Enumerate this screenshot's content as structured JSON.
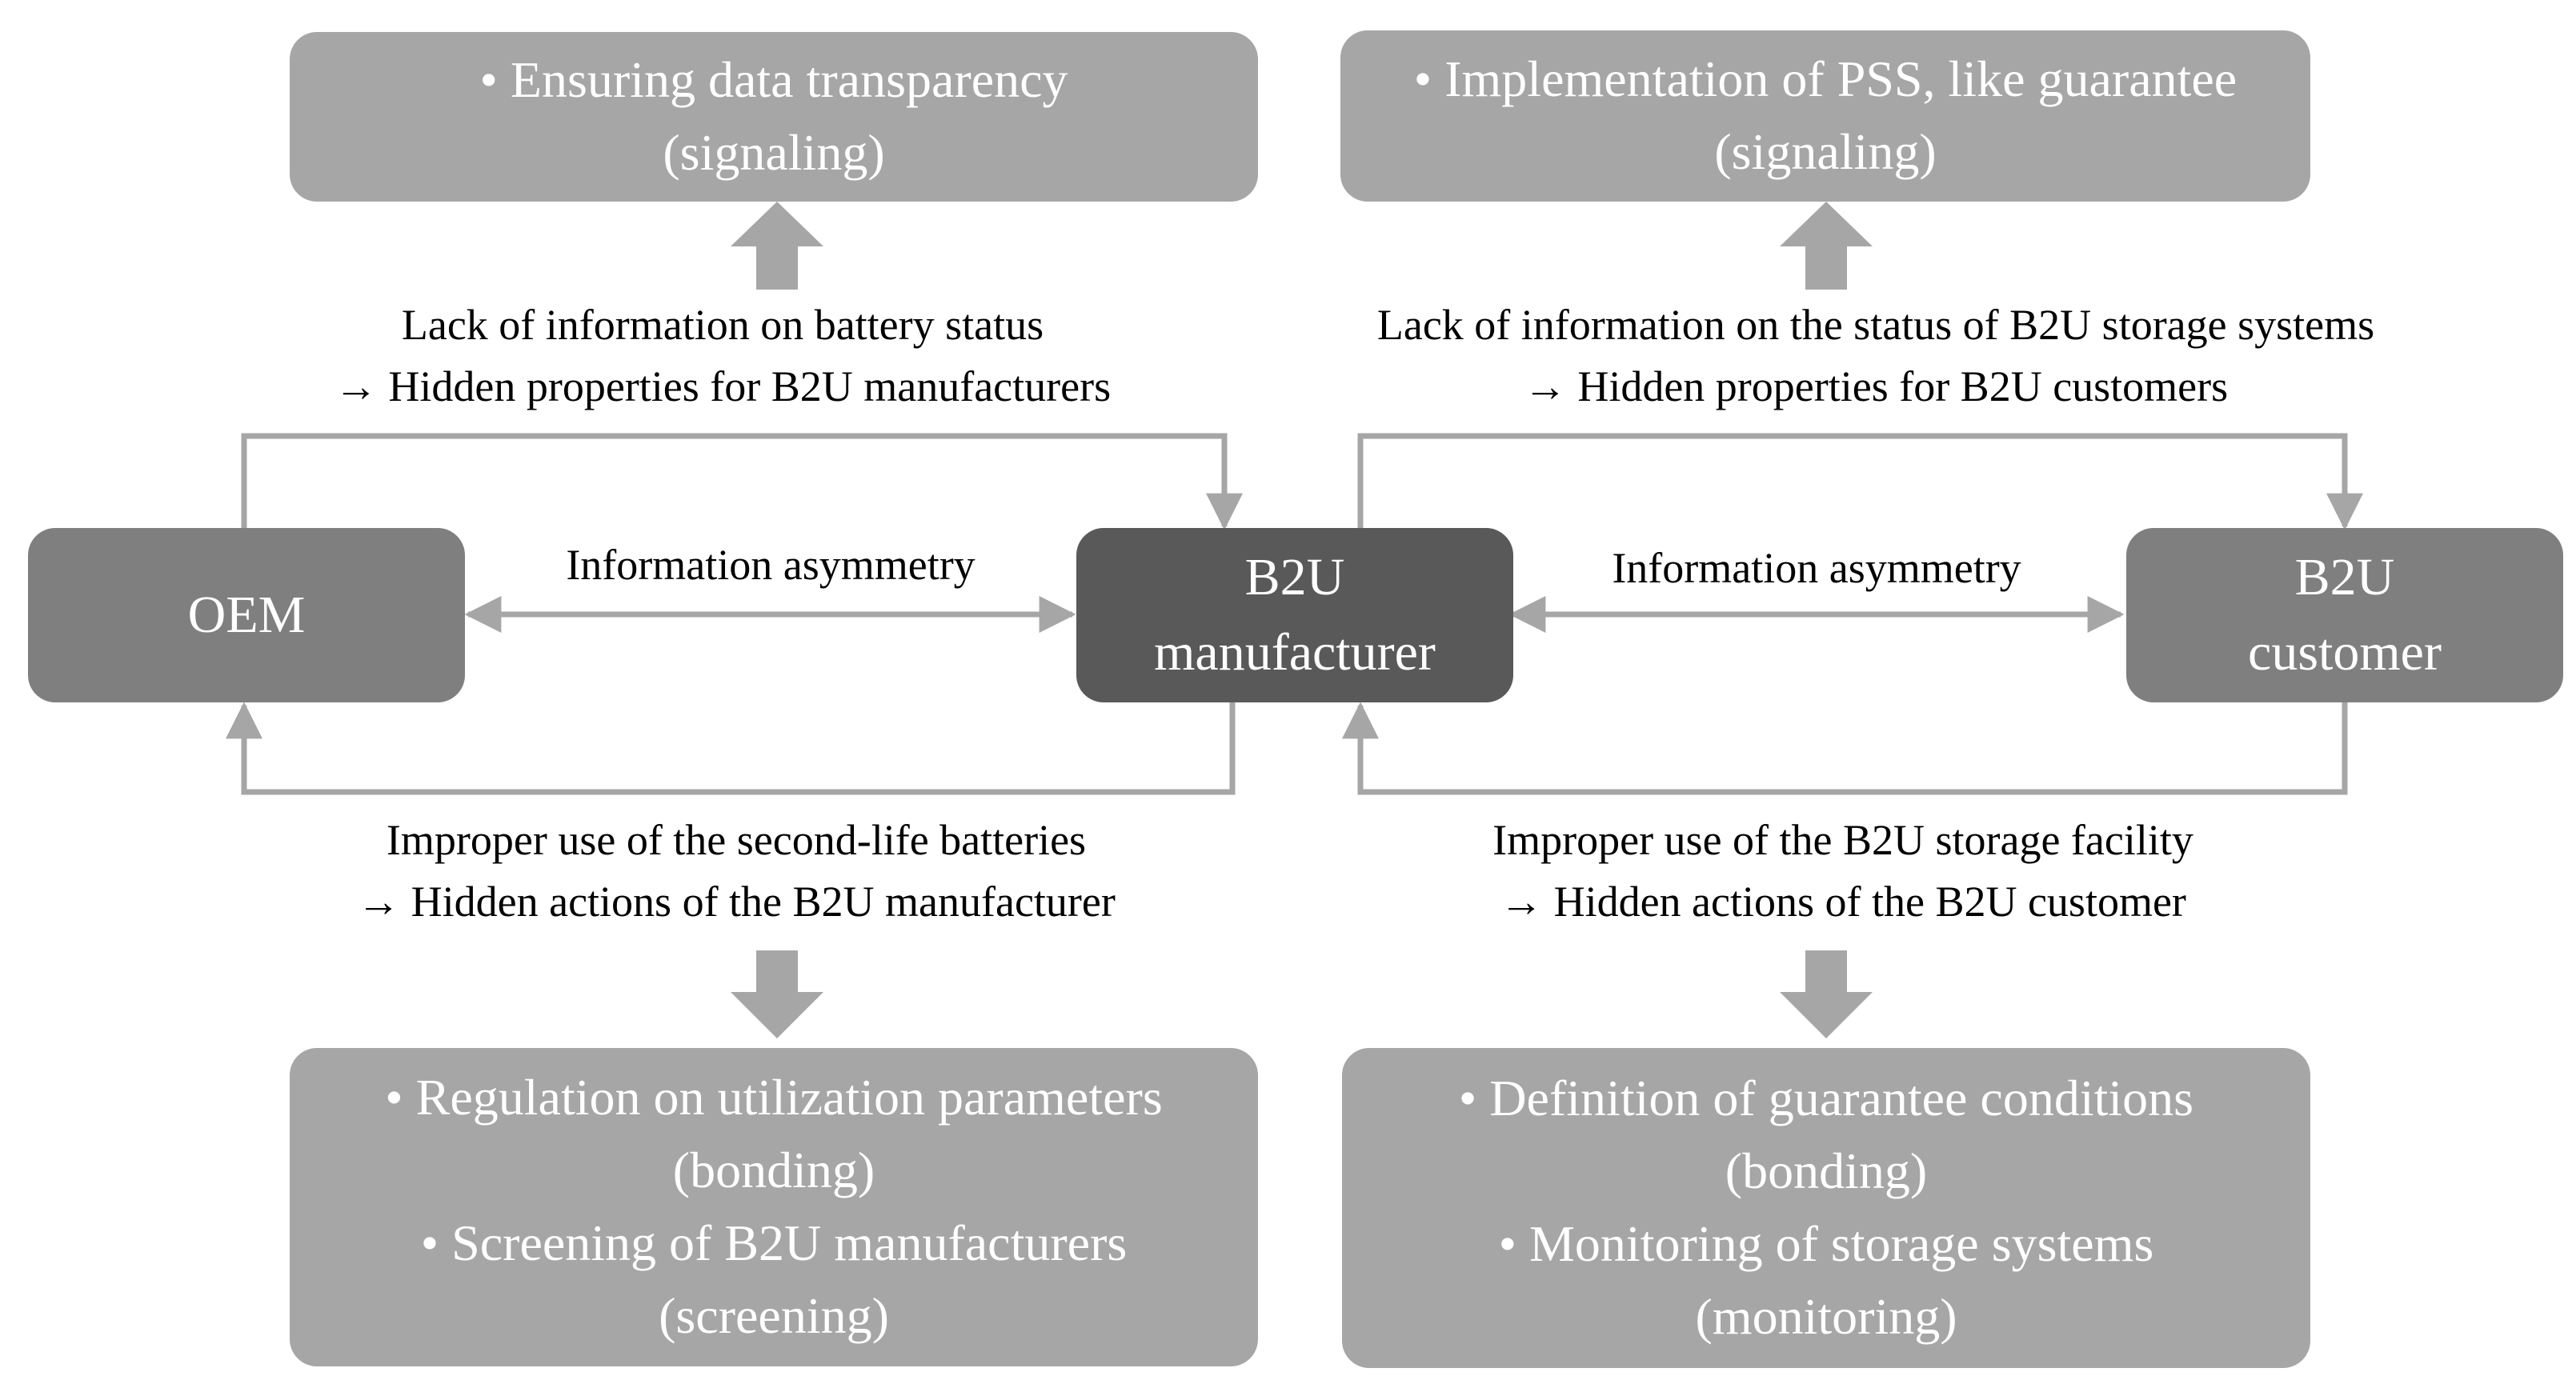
{
  "strategies": {
    "top_left": [
      "• Ensuring data transparency",
      "(signaling)"
    ],
    "top_right": [
      "• Implementation of PSS, like guarantee",
      "(signaling)"
    ],
    "bottom_left": [
      "• Regulation on utilization parameters",
      "(bonding)",
      "• Screening of B2U manufacturers",
      "(screening)"
    ],
    "bottom_right": [
      "• Definition of guarantee conditions",
      "(bonding)",
      "• Monitoring of storage systems",
      "(monitoring)"
    ]
  },
  "actors": {
    "oem": [
      "OEM"
    ],
    "manufacturer": [
      "B2U",
      "manufacturer"
    ],
    "customer": [
      "B2U",
      "customer"
    ]
  },
  "relations": {
    "left_asymmetry": "Information asymmetry",
    "right_asymmetry": "Information asymmetry",
    "top_left": [
      "Lack of information on battery status",
      "→ Hidden properties for B2U manufacturers"
    ],
    "top_right": [
      "Lack of information on the status of B2U storage systems",
      "→  Hidden properties for B2U customers"
    ],
    "bottom_left": [
      "Improper use of the second-life batteries",
      "→  Hidden actions of the B2U manufacturer"
    ],
    "bottom_right": [
      "Improper use of the B2U storage facility",
      "→  Hidden actions of the B2U customer"
    ]
  },
  "colors": {
    "strategy_box": "#a6a6a6",
    "actor_box": "#7f7f7f",
    "center_actor_box": "#595959",
    "connector": "#a6a6a6",
    "text_light": "#ffffff",
    "text_dark": "#000000"
  }
}
